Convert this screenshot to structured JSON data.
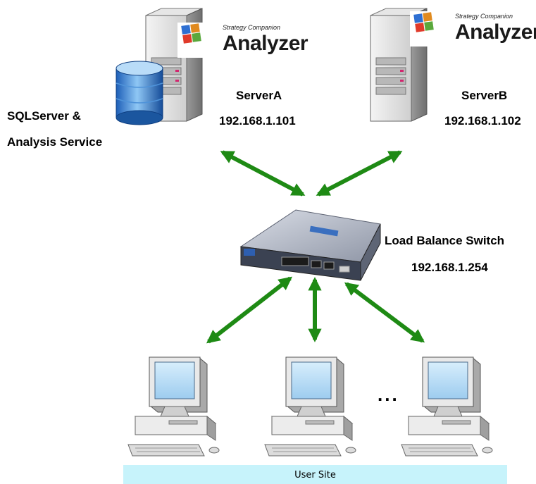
{
  "servers": [
    {
      "name": "ServerA",
      "ip": "192.168.1.101",
      "brand_small": "Strategy Companion",
      "brand_big": "Analyzer"
    },
    {
      "name": "ServerB",
      "ip": "192.168.1.102",
      "brand_small": "Strategy Companion",
      "brand_big": "Analyzer"
    }
  ],
  "database": {
    "line1": "SQLServer &",
    "line2": "Analysis Service"
  },
  "switch": {
    "name": "Load Balance Switch",
    "ip": "192.168.1.254"
  },
  "users": {
    "label": "User Site",
    "ellipsis": "..."
  },
  "colors": {
    "arrow": "#1e8a14",
    "user_bar": "#c7f3fb"
  },
  "icons": [
    "server-tower-icon",
    "database-cylinder-icon",
    "analyzer-logo-icon",
    "network-switch-icon",
    "desktop-computer-icon",
    "double-arrow-icon"
  ]
}
